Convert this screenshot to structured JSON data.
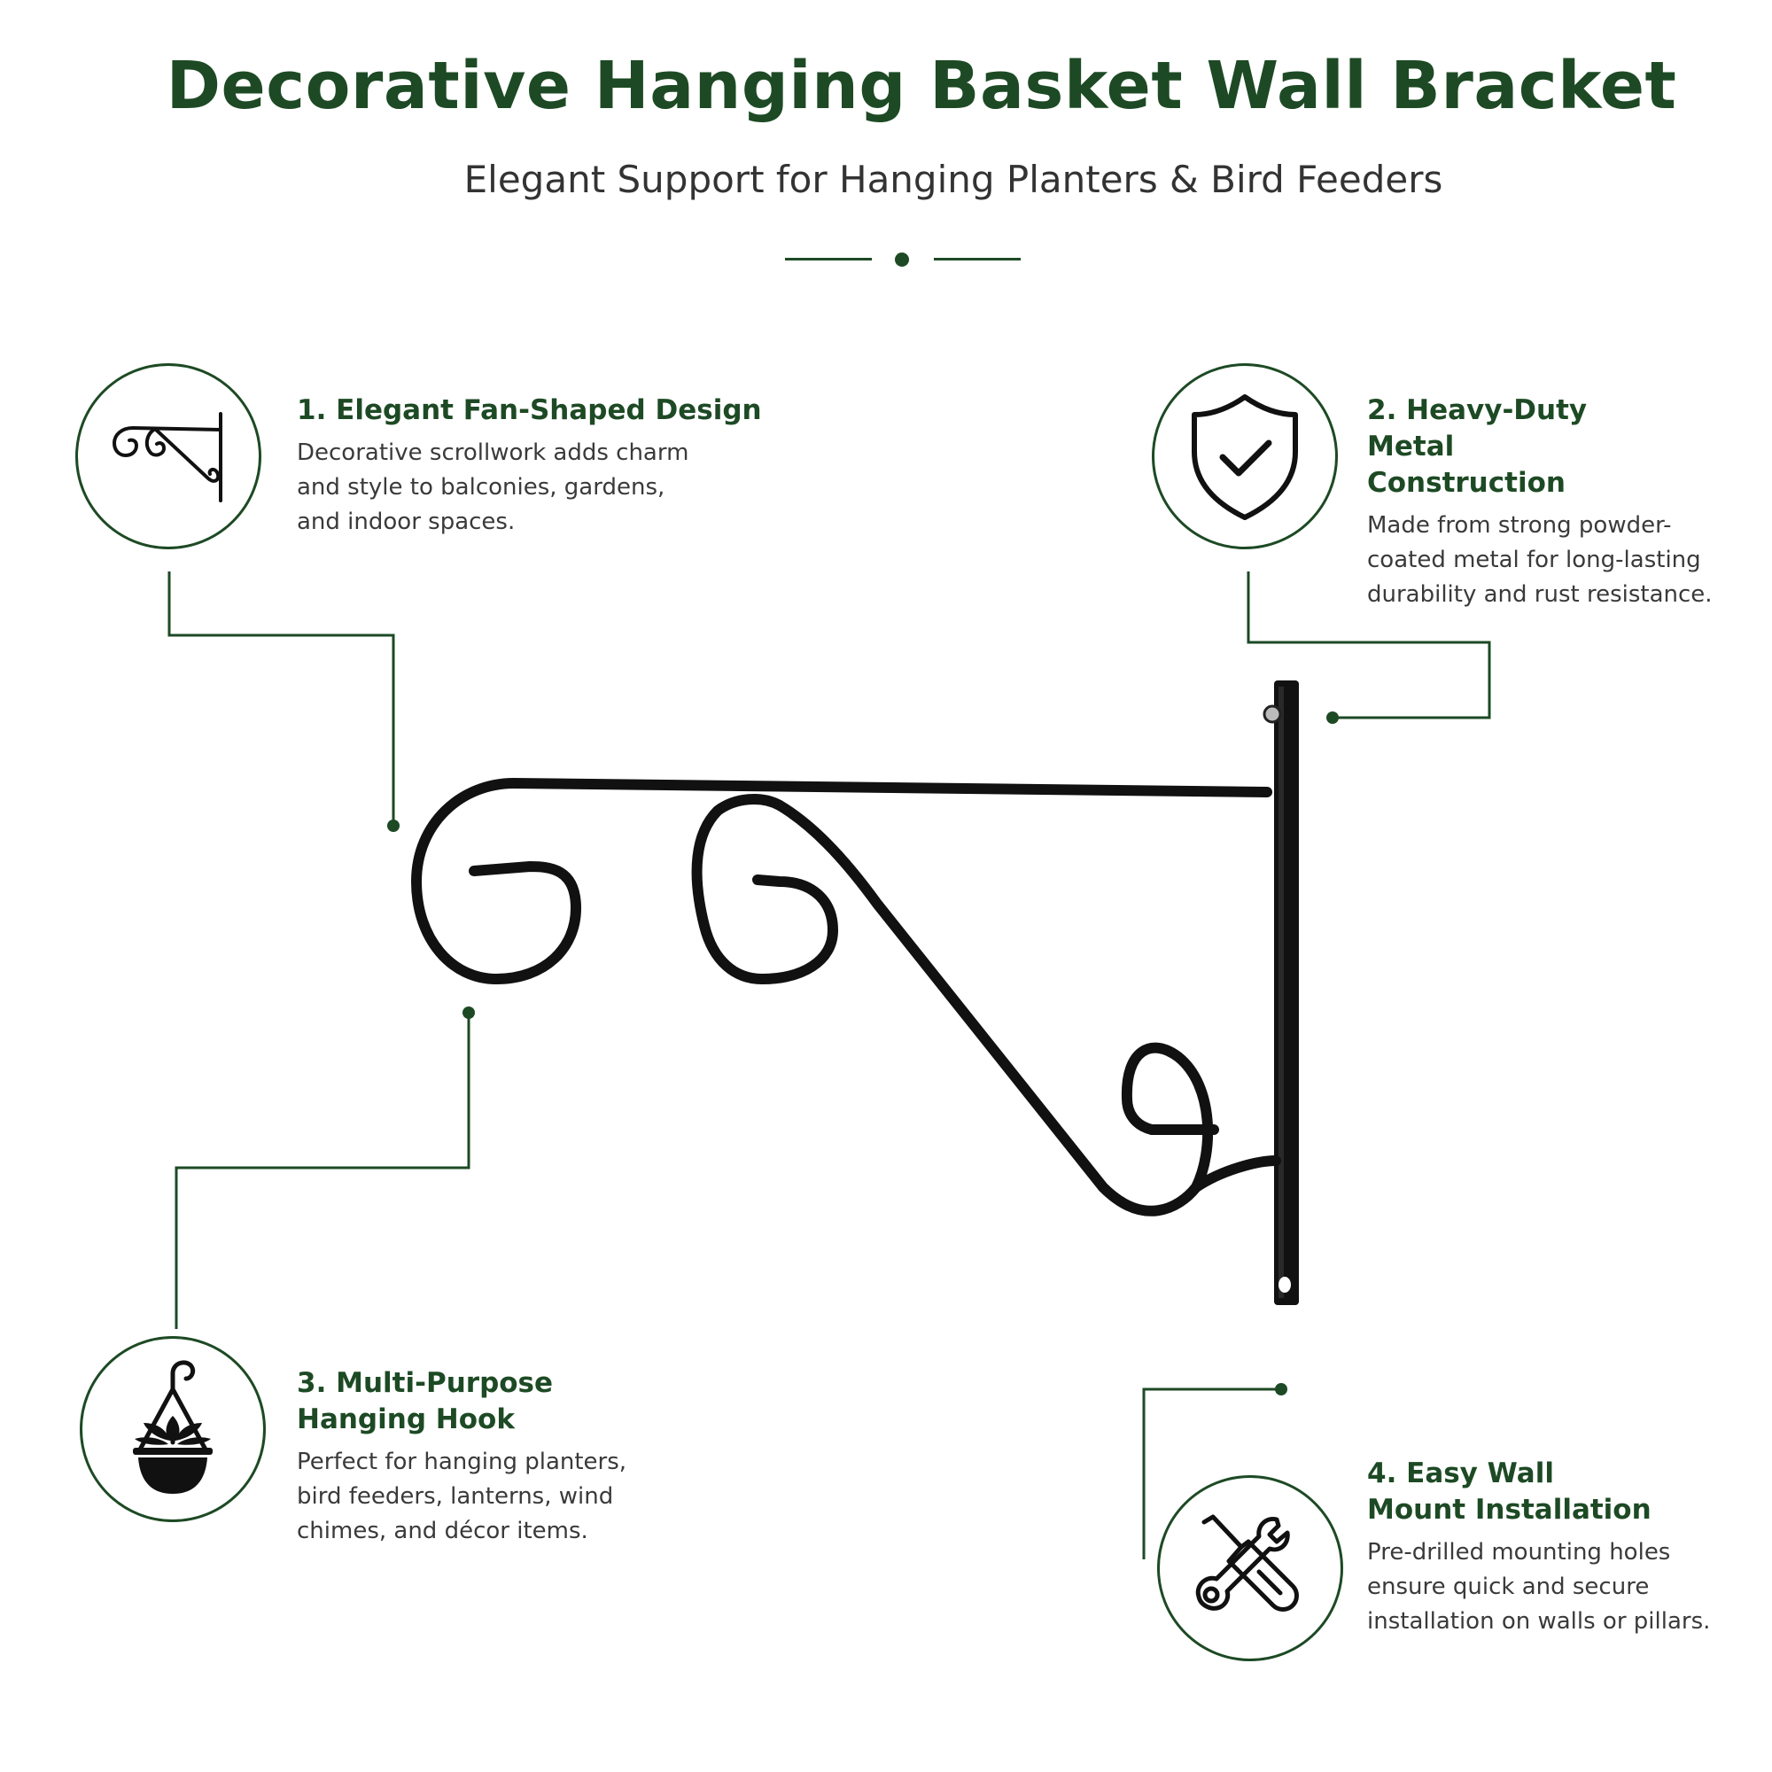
{
  "header": {
    "title": "Decorative Hanging Basket Wall Bracket",
    "subtitle": "Elegant Support for Hanging Planters & Bird Feeders"
  },
  "features": [
    {
      "title": "1. Elegant Fan-Shaped Design",
      "description": "Decorative scrollwork adds charm and style to balconies, gardens, and indoor spaces.",
      "icon": "bracket-icon"
    },
    {
      "title": "2. Heavy-Duty Metal Construction",
      "description": "Made from strong powder-coated metal for long-lasting durability and rust resistance.",
      "icon": "shield-check-icon"
    },
    {
      "title": "3. Multi-Purpose Hanging Hook",
      "description": "Perfect for hanging planters, bird feeders, lanterns, wind chimes, and décor items.",
      "icon": "hanging-planter-icon"
    },
    {
      "title": "4. Easy Wall Mount Installation",
      "description": "Pre-drilled mounting holes ensure quick and secure installation on walls or pillars.",
      "icon": "tools-icon"
    }
  ],
  "colors": {
    "accent": "#1d4a24",
    "text": "#3a3a3a",
    "bracket": "#111111"
  }
}
